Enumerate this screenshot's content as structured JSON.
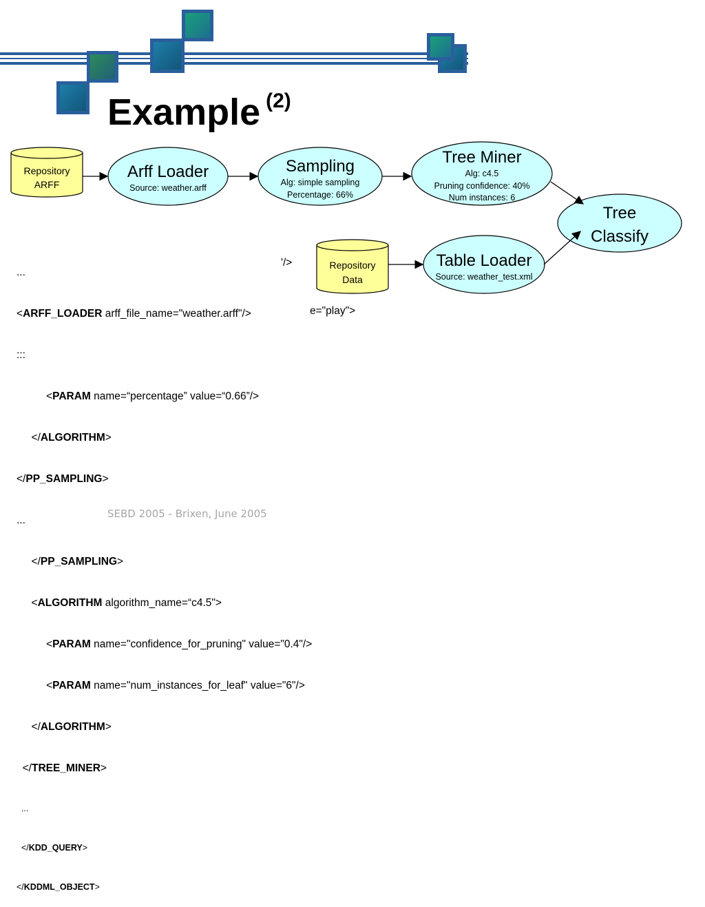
{
  "slide": {
    "title": "Example",
    "title_superscript": "(2)",
    "footer": "SEBD 2005 - Brixen, June 2005"
  },
  "colors": {
    "accent_blue": "#2a5f9c",
    "node_fill": "#ccffff",
    "repo_fill": "#ffff99"
  },
  "diagram": {
    "repo_arff": {
      "line1": "Repository",
      "line2": "ARFF"
    },
    "arff_loader": {
      "name": "Arff Loader",
      "detail1": "Source: weather.arff"
    },
    "sampling": {
      "name": "Sampling",
      "detail1": "Alg: simple sampling",
      "detail2": "Percentage: 66%"
    },
    "tree_miner": {
      "name": "Tree Miner",
      "detail1": "Alg: c4.5",
      "detail2": "Pruning confidence: 40%",
      "detail3": "Num instances: 6"
    },
    "tree_classify": {
      "line1": "Tree",
      "line2": "Classify"
    },
    "repo_data": {
      "line1": "Repository",
      "line2": "Data"
    },
    "table_loader": {
      "name": "Table Loader",
      "detail1": "Source: weather_test.xml"
    }
  },
  "code": {
    "l1": "...",
    "l2_tag": "ARFF_LOADER",
    "l2_rest": " arff_file_name=\"weather.arff\"/>",
    "l3": ":::",
    "l4_tag": "PARAM",
    "l4_rest": " name=“percentage” value=“0.66”/>",
    "l5_tag": "ALGORITHM",
    "l6_tag": "PP_SAMPLING",
    "l7": "...",
    "l8_tag": "PP_SAMPLING",
    "l9_tag": "ALGORITHM",
    "l9_rest": " algorithm_name=“c4.5\">",
    "l10_tag": "PARAM",
    "l10_rest": " name=\"confidence_for_pruning\" value=\"0.4\"/>",
    "l11_tag": "PARAM",
    "l11_rest": " name=\"num_instances_for_leaf\" value=\"6\"/>",
    "l12_tag": "ALGORITHM",
    "l13_tag": "TREE_MINER",
    "l14": "...",
    "l15_tag": "KDD_QUERY",
    "l16_tag": "KDDML_OBJECT"
  },
  "ghost_fragments": {
    "g1": "'/>",
    "g2": "e=\"play\">"
  }
}
